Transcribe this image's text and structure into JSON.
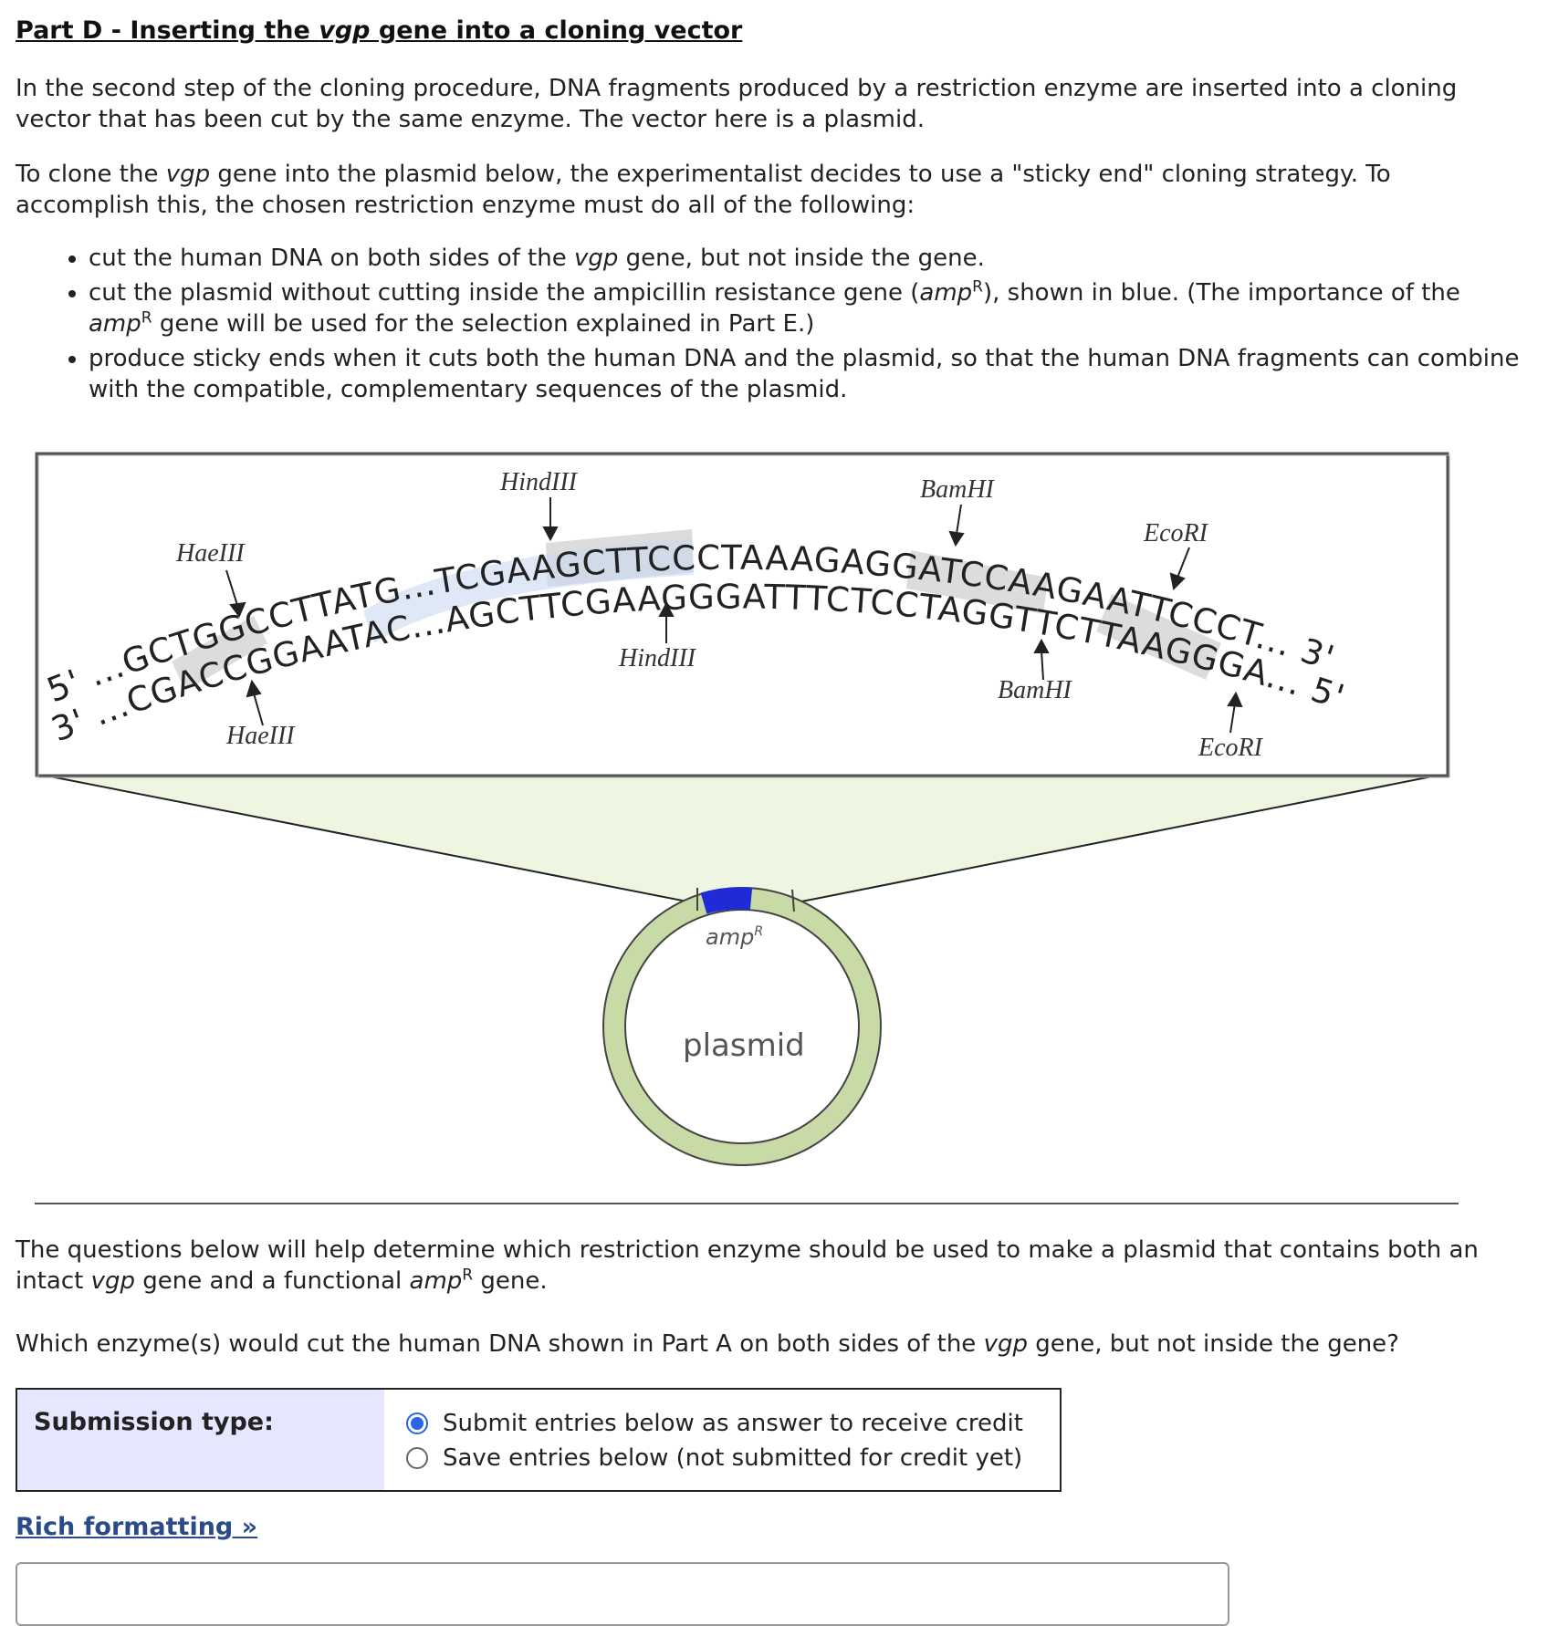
{
  "part": {
    "title_prefix": "Part D - Inserting the ",
    "title_gene": "vgp",
    "title_suffix": " gene into a cloning vector"
  },
  "intro": "In the second step of the cloning procedure, DNA fragments produced by a restriction enzyme are inserted into a cloning vector that has been cut by the same enzyme. The vector here is a plasmid.",
  "strategy": {
    "a": "To clone the ",
    "gene": "vgp",
    "b": " gene into the plasmid below, the experimentalist decides to use a \"sticky end\" cloning strategy. To accomplish this, the chosen restriction enzyme must do all of the following:"
  },
  "bullets": {
    "b1_a": "cut the human DNA on both sides of the ",
    "b1_gene": "vgp",
    "b1_b": " gene, but not inside the gene.",
    "b2_a": "cut the plasmid without cutting inside the ampicillin resistance gene (",
    "b2_amp": "amp",
    "b2_sup": "R",
    "b2_b": "), shown in blue. (The importance of the ",
    "b2_amp2": "amp",
    "b2_sup2": "R",
    "b2_c": " gene will be used for the selection explained in Part E.)",
    "b3": "produce sticky ends when it cuts both the human DNA and the plasmid, so that the human DNA fragments can combine with the compatible, complementary sequences of the plasmid."
  },
  "figure": {
    "top_strand": "5' ...GCTGGCCTTATG...TCGAAGCTTCCCTAAAGAGGATCCAAGAATTCCCT... 3'",
    "bottom_strand": "3' ...CGACCGGAATAC...AGCTTCGAAGGGATTTCTCCTAGGTTCTTAAGGGA... 5'",
    "enzyme_hae_top": "HaeIII",
    "enzyme_hae_bottom": "HaeIII",
    "enzyme_hind_top": "HindIII",
    "enzyme_hind_bottom": "HindIII",
    "enzyme_bam_top": "BamHI",
    "enzyme_bam_bottom": "BamHI",
    "enzyme_eco_top": "EcoRI",
    "enzyme_eco_bottom": "EcoRI",
    "amp_label": "amp",
    "amp_sup": "R",
    "plasmid_label": "plasmid",
    "colors": {
      "blue_gene": "#1f2bd6",
      "plasmid_ring": "#c8dba6",
      "site_shade": "#dcdcdc"
    }
  },
  "question_intro": {
    "a": "The questions below will help determine which restriction enzyme should be used to make a plasmid that contains both an intact ",
    "gene": "vgp",
    "b": " gene and a functional ",
    "amp": "amp",
    "sup": "R",
    "c": " gene."
  },
  "question": {
    "a": "Which enzyme(s) would cut the human DNA shown in Part A on both sides of the ",
    "gene": "vgp",
    "b": " gene, but not inside the gene?"
  },
  "submission": {
    "label": "Submission type:",
    "option1": "Submit entries below as answer to receive credit",
    "option2": "Save entries below (not submitted for credit yet)",
    "selected": 1
  },
  "rich_formatting": "Rich formatting »"
}
